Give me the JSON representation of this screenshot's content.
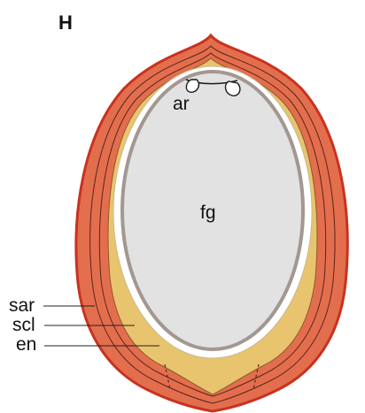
{
  "figure": {
    "panel_letter": "H",
    "labels": {
      "ar": "ar",
      "fg": "fg",
      "sar": "sar",
      "scl": "scl",
      "en": "en"
    },
    "colors": {
      "sarcotesta": "#e36e4e",
      "sarcotesta_edge": "#c8321f",
      "sclerotesta": "#e8c46e",
      "endotesta": "#ffffff",
      "gametophyte": "#e2e2e2",
      "gametophyte_rim": "#a39791",
      "layer_lines": "#5a2418"
    }
  }
}
